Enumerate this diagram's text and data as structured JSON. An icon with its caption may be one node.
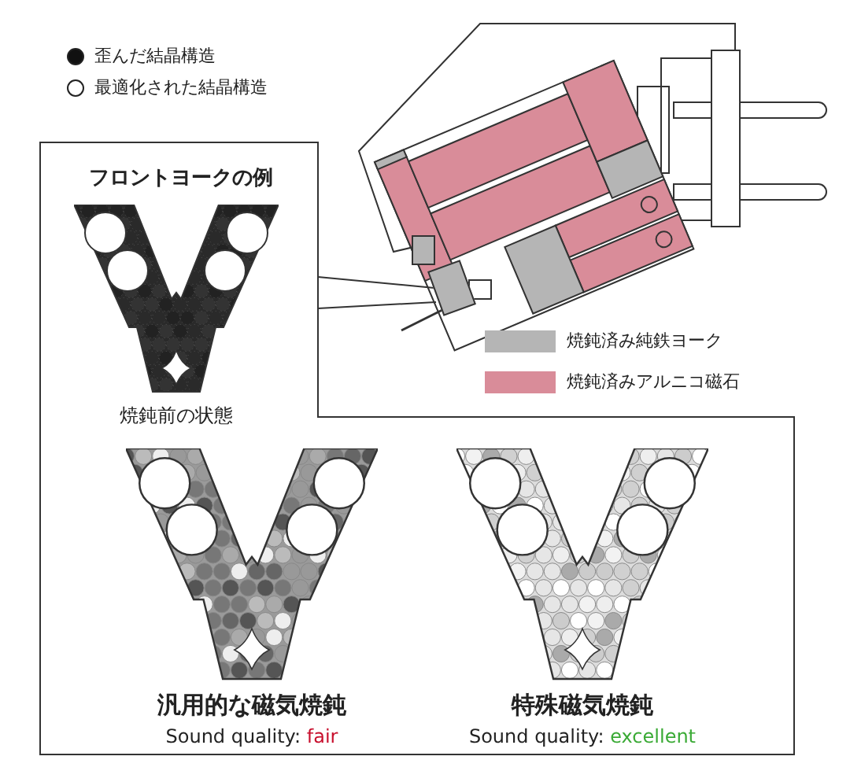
{
  "diagram": {
    "nodes": [
      {
        "text": [],
        "shape": "box"
      },
      {
        "text": [
          "フロントヨークの例"
        ]
      },
      {
        "text": [
          "焼鈍前の状態"
        ],
        "in": 1
      },
      {
        "text": [
          "汎用的な磁気焼鈍",
          "Sound quality: **fair**"
        ],
        "in": 1
      },
      {
        "text": [
          "特殊磁気焼鈍",
          "Sound quality: **excellent**"
        ],
        "in": 1
      }
    ],
    "edges": [
      {
        "from": 1,
        "to": 0,
        "arrow": "none"
      },
      {
        "from": 1,
        "to": 0,
        "arrow": "none"
      }
    ],
    "legend": [
      {
        "text": "歪んだ結晶構造"
      },
      {
        "text": "最適化された結晶構造"
      },
      {
        "text": "焼鈍済み純鉄ヨーク",
        "color": "#b5b5b5"
      },
      {
        "text": "焼鈍済みアルニコ磁石",
        "color": "#d98c99"
      }
    ]
  }
}
